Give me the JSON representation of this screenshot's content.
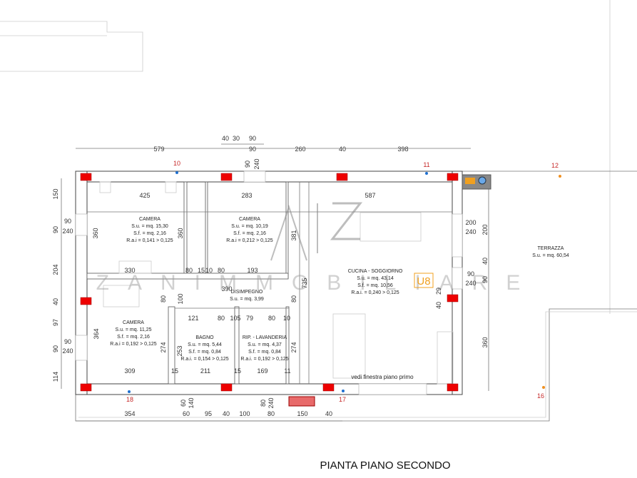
{
  "title": "PIANTA PIANO SECONDO",
  "watermark": {
    "logo": "A|Z",
    "text": "ZANIMMOBILIARE"
  },
  "note": "vedi finestra piano primo",
  "badge": "U8",
  "colors": {
    "pillar": "#e00000",
    "heater": "#e86a6a",
    "badge": "#f0a020",
    "point_label": "#c62828",
    "point_blue": "#1e6fd0",
    "point_orange": "#f09020"
  },
  "rooms": [
    {
      "name": "CAMERA",
      "su": "S.u. = mq. 15,30",
      "sf": "S.f. = mq. 2,16",
      "rai": "R.a.i = 0,141 > 0,125"
    },
    {
      "name": "CAMERA",
      "su": "S.u. = mq. 10,19",
      "sf": "S.f. = mq. 2,16",
      "rai": "R.a.i = 0,212 > 0,125"
    },
    {
      "name": "CUCINA - SOGGIORNO",
      "su": "S.u. = mq. 43,14",
      "sf": "S.f. = mq. 10,56",
      "rai": "R.a.i. = 0,240 > 0,125"
    },
    {
      "name": "DISIMPEGNO",
      "su": "S.u. = mq. 3,99"
    },
    {
      "name": "CAMERA",
      "su": "S.u. = mq. 11,25",
      "sf": "S.f. = mq. 2,16",
      "rai": "R.a.i = 0,192 > 0,125"
    },
    {
      "name": "BAGNO",
      "su": "S.u. = mq. 5,44",
      "sf": "S.f. = mq. 0,84",
      "rai": "R.a.i. = 0,154 > 0,125"
    },
    {
      "name": "RIP. - LAVANDERIA",
      "su": "S.u. = mq. 4,37",
      "sf": "S.f. = mq. 0,84",
      "rai": "R.a.i. = 0,192 > 0,125"
    },
    {
      "name": "TERRAZZA",
      "su": "S.u. = mq. 60,54"
    }
  ],
  "points": [
    "10",
    "11",
    "12",
    "16",
    "17",
    "18"
  ],
  "dims": [
    "579",
    "40",
    "30",
    "90",
    "90",
    "260",
    "40",
    "398",
    "90",
    "240",
    "425",
    "283",
    "587",
    "360",
    "360",
    "381",
    "330",
    "80",
    "15",
    "10",
    "80",
    "193",
    "735",
    "390",
    "150",
    "90",
    "90",
    "240",
    "204",
    "40",
    "97",
    "90",
    "90",
    "240",
    "114",
    "200",
    "240",
    "200",
    "40",
    "90",
    "90",
    "240",
    "40",
    "29",
    "360",
    "80",
    "100",
    "80",
    "364",
    "274",
    "121",
    "80",
    "105",
    "79",
    "80",
    "10",
    "253",
    "274",
    "309",
    "15",
    "211",
    "15",
    "169",
    "11",
    "60",
    "140",
    "80",
    "240",
    "354",
    "60",
    "95",
    "40",
    "100",
    "80",
    "150",
    "40"
  ]
}
